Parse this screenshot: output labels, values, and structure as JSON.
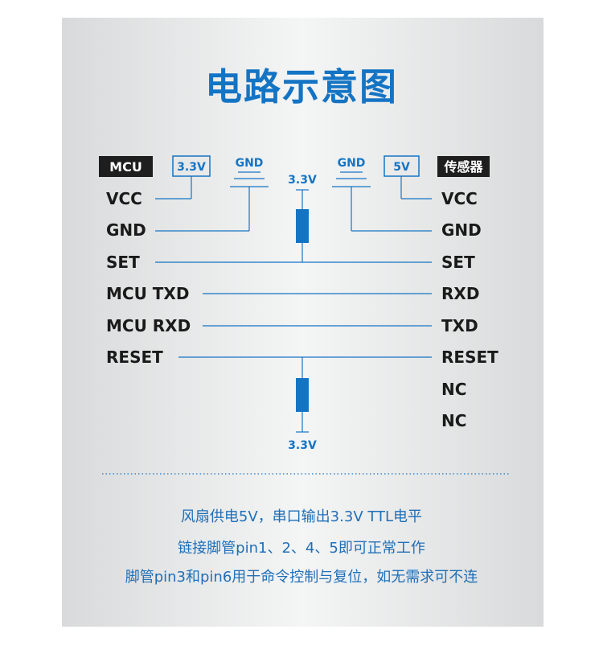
{
  "title": "电路示意图",
  "mcu_label": "MCU",
  "sensor_label": "传感器",
  "mcu_supply": "3.3V",
  "sensor_supply": "5V",
  "gnd_label": "GND",
  "pullup_label": "3.3V",
  "mcu_pins": [
    "VCC",
    "GND",
    "SET",
    "MCU TXD",
    "MCU RXD",
    "RESET"
  ],
  "sensor_pins": [
    "VCC",
    "GND",
    "SET",
    "RXD",
    "TXD",
    "RESET",
    "NC",
    "NC"
  ],
  "notes": [
    "风扇供电5V，串口输出3.3V TTL电平",
    "链接脚管pin1、2、4、5即可正常工作",
    "脚管pin3和pin6用于命令控制与复位，如无需求可不连"
  ],
  "colors": {
    "accent": "#1474c4",
    "text": "#1a1a1a",
    "tag_bg": "#1e1e1e"
  }
}
